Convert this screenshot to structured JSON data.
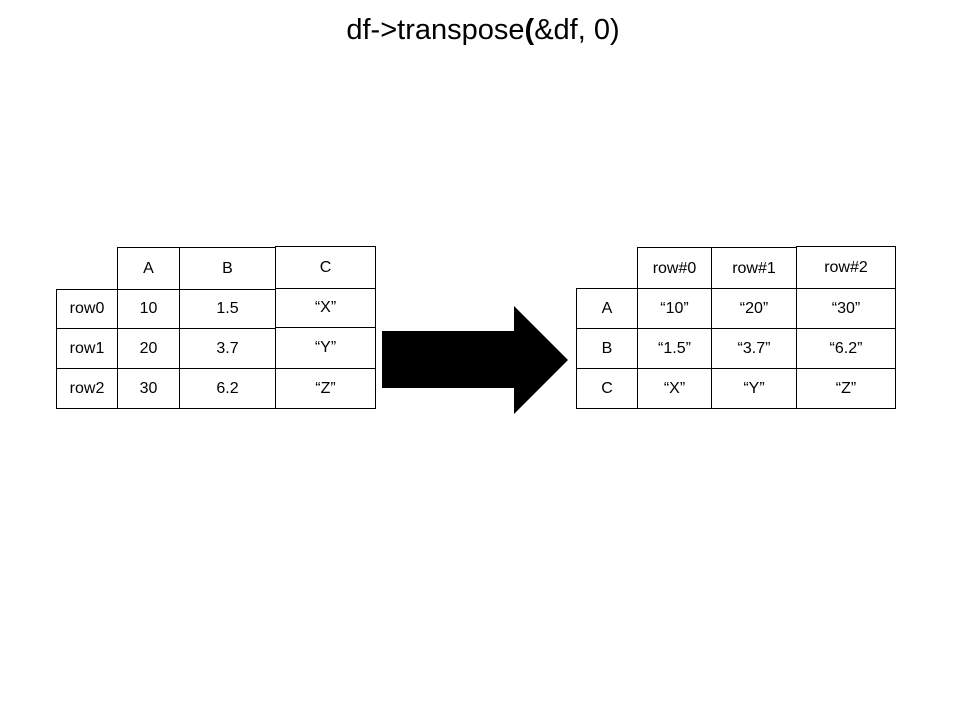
{
  "title": {
    "prefix": "df->transpose",
    "open_paren": "(",
    "args": "&df, 0)"
  },
  "left_table": {
    "columns": [
      "A",
      "B",
      "C"
    ],
    "rows": [
      {
        "label": "row0",
        "values": [
          "10",
          "1.5",
          "“X”"
        ]
      },
      {
        "label": "row1",
        "values": [
          "20",
          "3.7",
          "“Y”"
        ]
      },
      {
        "label": "row2",
        "values": [
          "30",
          "6.2",
          "“Z”"
        ]
      }
    ]
  },
  "right_table": {
    "columns": [
      "row#0",
      "row#1",
      "row#2"
    ],
    "rows": [
      {
        "label": "A",
        "values": [
          "“10”",
          "“20”",
          "“30”"
        ]
      },
      {
        "label": "B",
        "values": [
          "“1.5”",
          "“3.7”",
          "“6.2”"
        ]
      },
      {
        "label": "C",
        "values": [
          "“X”",
          "“Y”",
          "“Z”"
        ]
      }
    ]
  },
  "arrow": {
    "color": "#000000"
  }
}
